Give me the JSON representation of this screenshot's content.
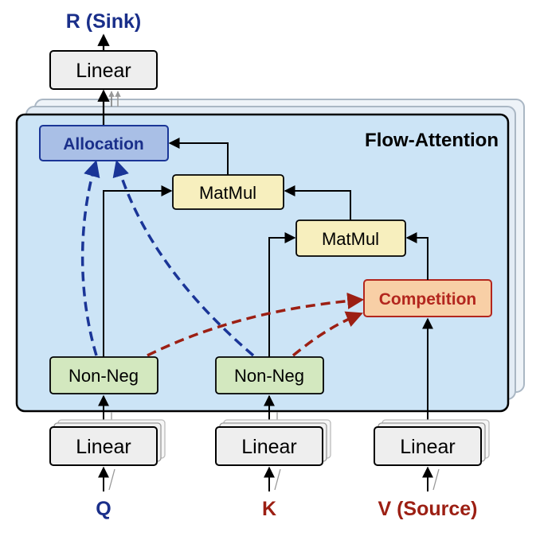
{
  "title": "Flow-Attention",
  "inputs": {
    "q": "Q",
    "k": "K",
    "v": "V (Source)"
  },
  "output": "R (Sink)",
  "boxes": {
    "linear_out": "Linear",
    "linear_q": "Linear",
    "linear_k": "Linear",
    "linear_v": "Linear",
    "allocation": "Allocation",
    "matmul_top": "MatMul",
    "matmul_mid": "MatMul",
    "competition": "Competition",
    "nonneg_q": "Non-Neg",
    "nonneg_k": "Non-Neg"
  },
  "colors": {
    "panel_fill": "#cce4f6",
    "panel_back": "#e6eef6",
    "allocation_fill": "#a9bfe6",
    "allocation_text": "#1a2f8a",
    "matmul_fill": "#f7efbe",
    "competition_fill": "#f8cfa6",
    "competition_text": "#b3261e",
    "nonneg_fill": "#d3e8bf",
    "linear_fill": "#eeeeee",
    "blue_dash": "#1a3597",
    "red_dash": "#9c1f13",
    "q_text": "#1a2f8a",
    "k_text": "#9c1f13",
    "v_text": "#9c1f13",
    "r_text": "#1a2f8a"
  }
}
